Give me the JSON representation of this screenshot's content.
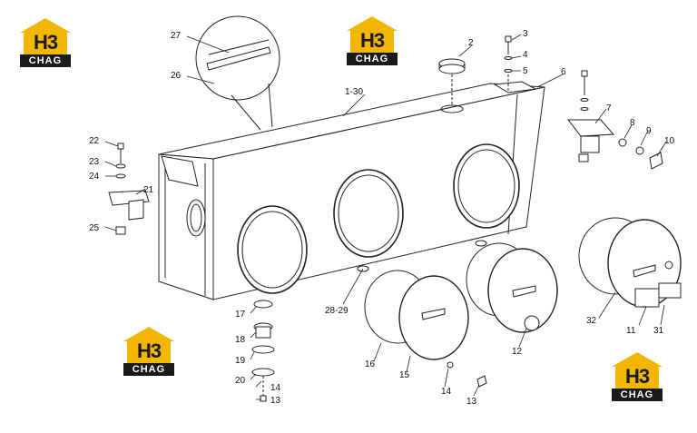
{
  "logos": [
    {
      "mark": "H3",
      "plate": "CHAG"
    },
    {
      "mark": "H3",
      "plate": "CHAG"
    },
    {
      "mark": "H3",
      "plate": "CHAG"
    },
    {
      "mark": "H3",
      "plate": "CHAG"
    }
  ],
  "callouts": [
    "1-30",
    "2",
    "3",
    "4",
    "5",
    "6",
    "7",
    "8",
    "9",
    "10",
    "11",
    "12",
    "12",
    "13",
    "13",
    "14",
    "14",
    "15",
    "16",
    "17",
    "18",
    "19",
    "20",
    "21",
    "22",
    "23",
    "24",
    "25",
    "26",
    "27",
    "28-29",
    "31",
    "32"
  ],
  "colors": {
    "line": "#222222",
    "logo_yellow": "#f2b705",
    "logo_dark": "#1a1a1a"
  }
}
